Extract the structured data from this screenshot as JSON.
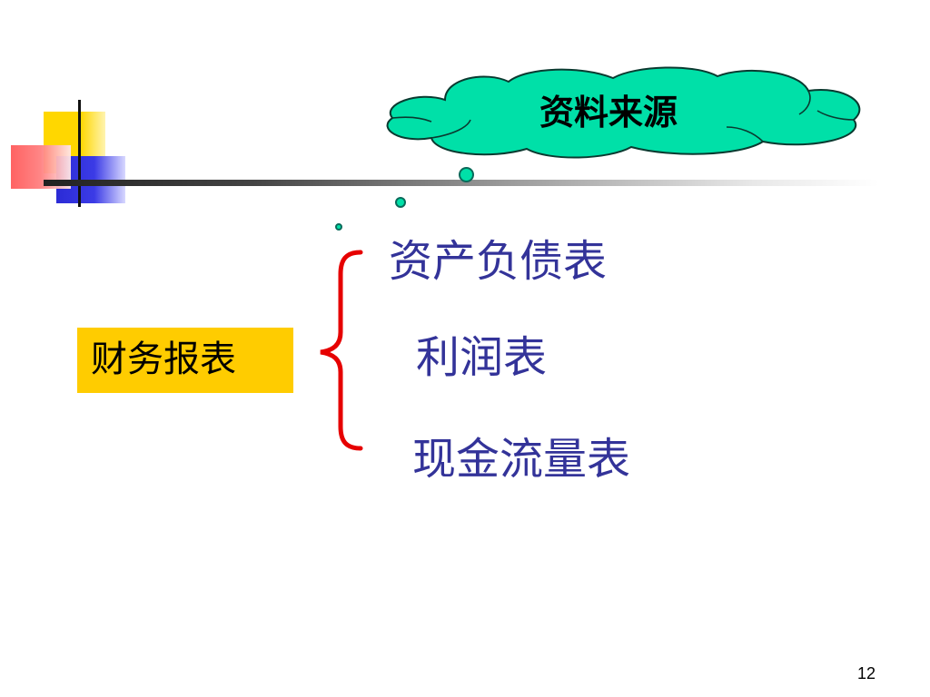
{
  "slide": {
    "title": "资料来源",
    "label": "财务报表",
    "items": [
      "资产负债表",
      "利润表",
      "现金流量表"
    ],
    "page_number": "12"
  },
  "colors": {
    "cloud_fill": "#00e0a8",
    "cloud_stroke": "#0a3a30",
    "label_background": "#ffcc00",
    "brace": "#e60000",
    "item_text": "#333399"
  },
  "icons": [
    "corner-logo-squares",
    "cloud-callout",
    "curly-brace"
  ]
}
